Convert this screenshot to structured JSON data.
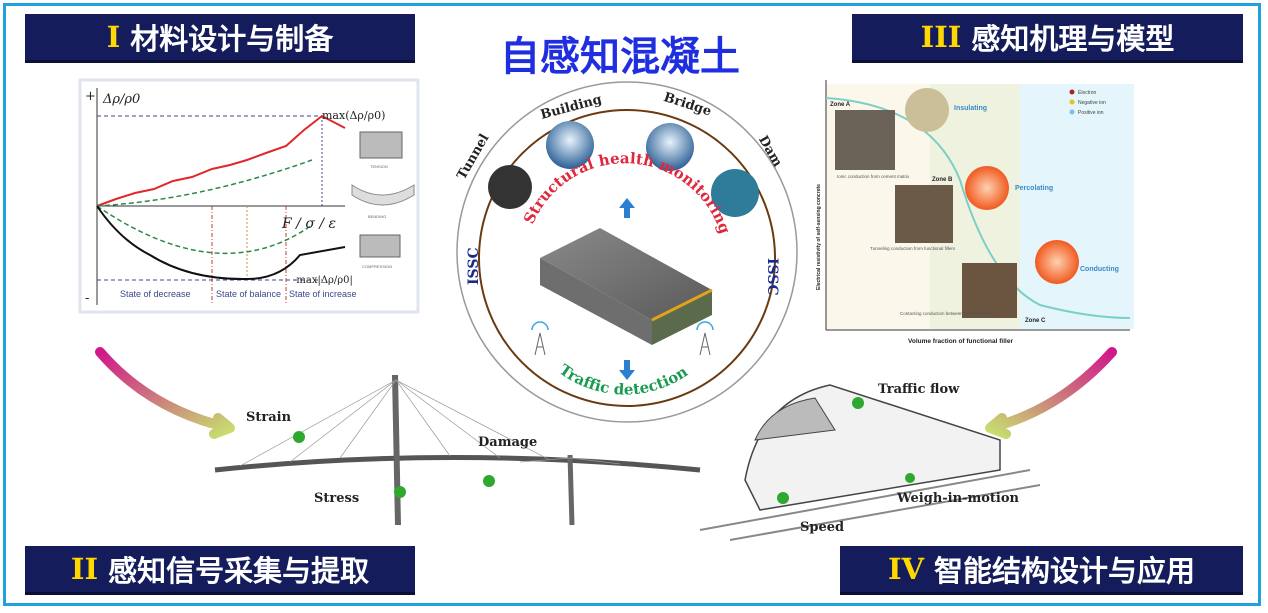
{
  "main_title": "自感知混凝土",
  "sections": [
    {
      "num": "I",
      "label": "材料设计与制备"
    },
    {
      "num": "II",
      "label": "感知信号采集与提取"
    },
    {
      "num": "III",
      "label": "感知机理与模型"
    },
    {
      "num": "IV",
      "label": "智能结构设计与应用"
    }
  ],
  "left_chart": {
    "y_label": "Δρ/ρ0",
    "plus": "+",
    "minus": "-",
    "x_label": "F / σ / ε",
    "max_label": "max(Δρ/ρ0)",
    "min_label": "-max|Δρ/ρ0|",
    "states": [
      "State of decrease",
      "State of balance",
      "State of increase"
    ],
    "modes": [
      "TENSION",
      "BENDING",
      "COMPRESSION"
    ]
  },
  "right_chart": {
    "y_label": "Electrical resistivity of self-sensing concrete",
    "x_label": "Volume fraction of functional filler",
    "zones": [
      "Zone A",
      "Zone B",
      "Zone C"
    ],
    "states": [
      "Insulating",
      "Percolating",
      "Conducting"
    ],
    "captions": [
      "Ionic conduction from cement matrix",
      "Tunneling conduction from functional fillers",
      "Contacting conduction between functional fillers"
    ],
    "legend": [
      "Electron",
      "Negative ion",
      "Positive ion"
    ],
    "legend_colors": [
      "#b02020",
      "#e8c020",
      "#7cc0e8"
    ]
  },
  "center": {
    "structures": [
      "Tunnel",
      "Building",
      "Bridge",
      "Dam"
    ],
    "shm": "Structural health monitoring",
    "traffic": "Traffic detection",
    "issc": "ISSC"
  },
  "bridge": {
    "labels": [
      "Strain",
      "Stress",
      "Damage"
    ]
  },
  "train": {
    "labels": [
      "Traffic flow",
      "Weigh-in-motion",
      "Speed"
    ]
  }
}
